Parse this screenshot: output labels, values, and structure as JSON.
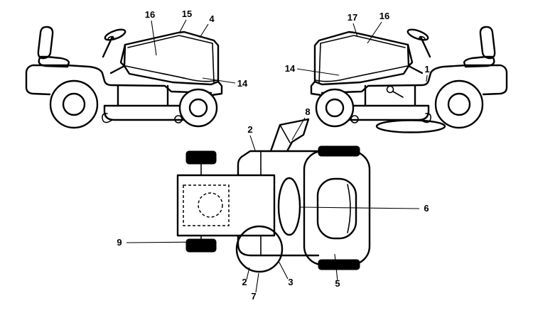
{
  "figure": {
    "background_color": "#ffffff",
    "line_color": "#000000",
    "views": {
      "left_side": {
        "callouts": [
          {
            "label": "16"
          },
          {
            "label": "15"
          },
          {
            "label": "4"
          },
          {
            "label": "14"
          }
        ]
      },
      "right_side": {
        "callouts": [
          {
            "label": "17"
          },
          {
            "label": "16"
          },
          {
            "label": "14"
          },
          {
            "label": "1"
          }
        ]
      },
      "bottom": {
        "callouts": [
          {
            "label": "2"
          },
          {
            "label": "8"
          },
          {
            "label": "6"
          },
          {
            "label": "9"
          },
          {
            "label": "2"
          },
          {
            "label": "7"
          },
          {
            "label": "3"
          },
          {
            "label": "5"
          }
        ]
      }
    }
  }
}
